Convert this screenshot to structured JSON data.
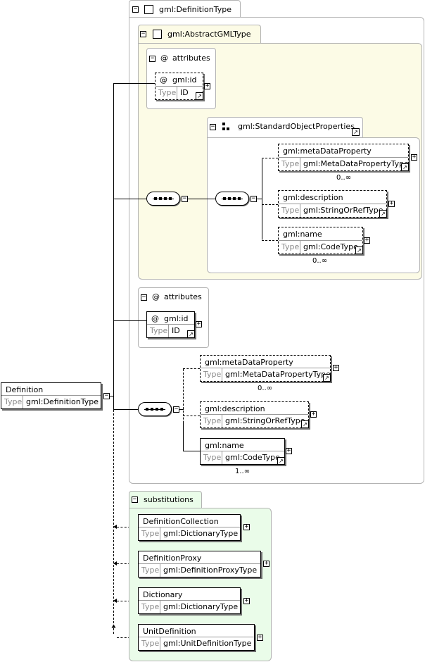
{
  "root": {
    "name": "Definition",
    "type_label": "Type",
    "type": "gml:DefinitionType"
  },
  "complex_type": {
    "name": "gml:DefinitionType"
  },
  "abstract_type": {
    "name": "gml:AbstractGMLType"
  },
  "attributes_label": "attributes",
  "attr_id": {
    "at": "@",
    "name": "gml:id",
    "type_label": "Type",
    "type": "ID"
  },
  "group": {
    "name": "gml:StandardObjectProperties"
  },
  "inner": {
    "metaDataProperty": {
      "name": "gml:metaDataProperty",
      "type_label": "Type",
      "type": "gml:MetaDataPropertyType",
      "card": "0..∞"
    },
    "description": {
      "name": "gml:description",
      "type_label": "Type",
      "type": "gml:StringOrRefType"
    },
    "name": {
      "name": "gml:name",
      "type_label": "Type",
      "type": "gml:CodeType",
      "card": "0..∞"
    }
  },
  "outer": {
    "metaDataProperty": {
      "name": "gml:metaDataProperty",
      "type_label": "Type",
      "type": "gml:MetaDataPropertyType",
      "card": "0..∞"
    },
    "description": {
      "name": "gml:description",
      "type_label": "Type",
      "type": "gml:StringOrRefType"
    },
    "name": {
      "name": "gml:name",
      "type_label": "Type",
      "type": "gml:CodeType",
      "card": "1..∞"
    }
  },
  "substitutions": {
    "label": "substitutions",
    "items": [
      {
        "name": "DefinitionCollection",
        "type_label": "Type",
        "type": "gml:DictionaryType"
      },
      {
        "name": "DefinitionProxy",
        "type_label": "Type",
        "type": "gml:DefinitionProxyType"
      },
      {
        "name": "Dictionary",
        "type_label": "Type",
        "type": "gml:DictionaryType"
      },
      {
        "name": "UnitDefinition",
        "type_label": "Type",
        "type": "gml:UnitDefinitionType"
      }
    ]
  },
  "symbols": {
    "minus": "−",
    "plus": "+",
    "link": "↗"
  },
  "colors": {
    "abstract_bg": "#fcfbe6",
    "subst_bg": "#eafce9",
    "border": "#b3b3b3"
  }
}
